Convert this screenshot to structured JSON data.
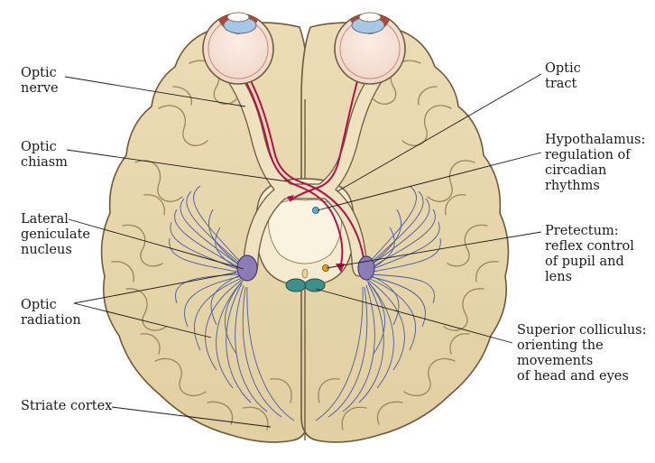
{
  "labels": {
    "optic_nerve": [
      "Optic",
      "nerve"
    ],
    "optic_chiasm": [
      "Optic",
      "chiasm"
    ],
    "lateral_geniculate_nucleus": [
      "Lateral",
      "geniculate",
      "nucleus"
    ],
    "optic_radiation": [
      "Optic",
      "radiation"
    ],
    "striate_cortex": [
      "Striate cortex"
    ],
    "optic_tract": [
      "Optic",
      "tract"
    ],
    "hypothalamus": [
      "Hypothalamus:",
      "regulation of",
      "circadian",
      "rhythms"
    ],
    "pretectum": [
      "Pretectum:",
      "reflex control",
      "of pupil and",
      "lens"
    ],
    "superior_colliculus": [
      "Superior colliculus:",
      "orienting the",
      "movements",
      "of head and eyes"
    ]
  },
  "colors": {
    "brain": "#e9d8b0",
    "brain_shadow": "#cdb487",
    "brain_outline": "#6e5a3c",
    "pathway": "#efe2c0",
    "fibers": "#4a5a9c",
    "nerve_red": "#b0124a",
    "lgn": "#8c7bb4",
    "colliculus": "#3f8f8c",
    "pretectum_dot": "#e3a012",
    "hypothalamus_dot": "#5ea8d6",
    "leader_line": "#1a1a1a"
  }
}
